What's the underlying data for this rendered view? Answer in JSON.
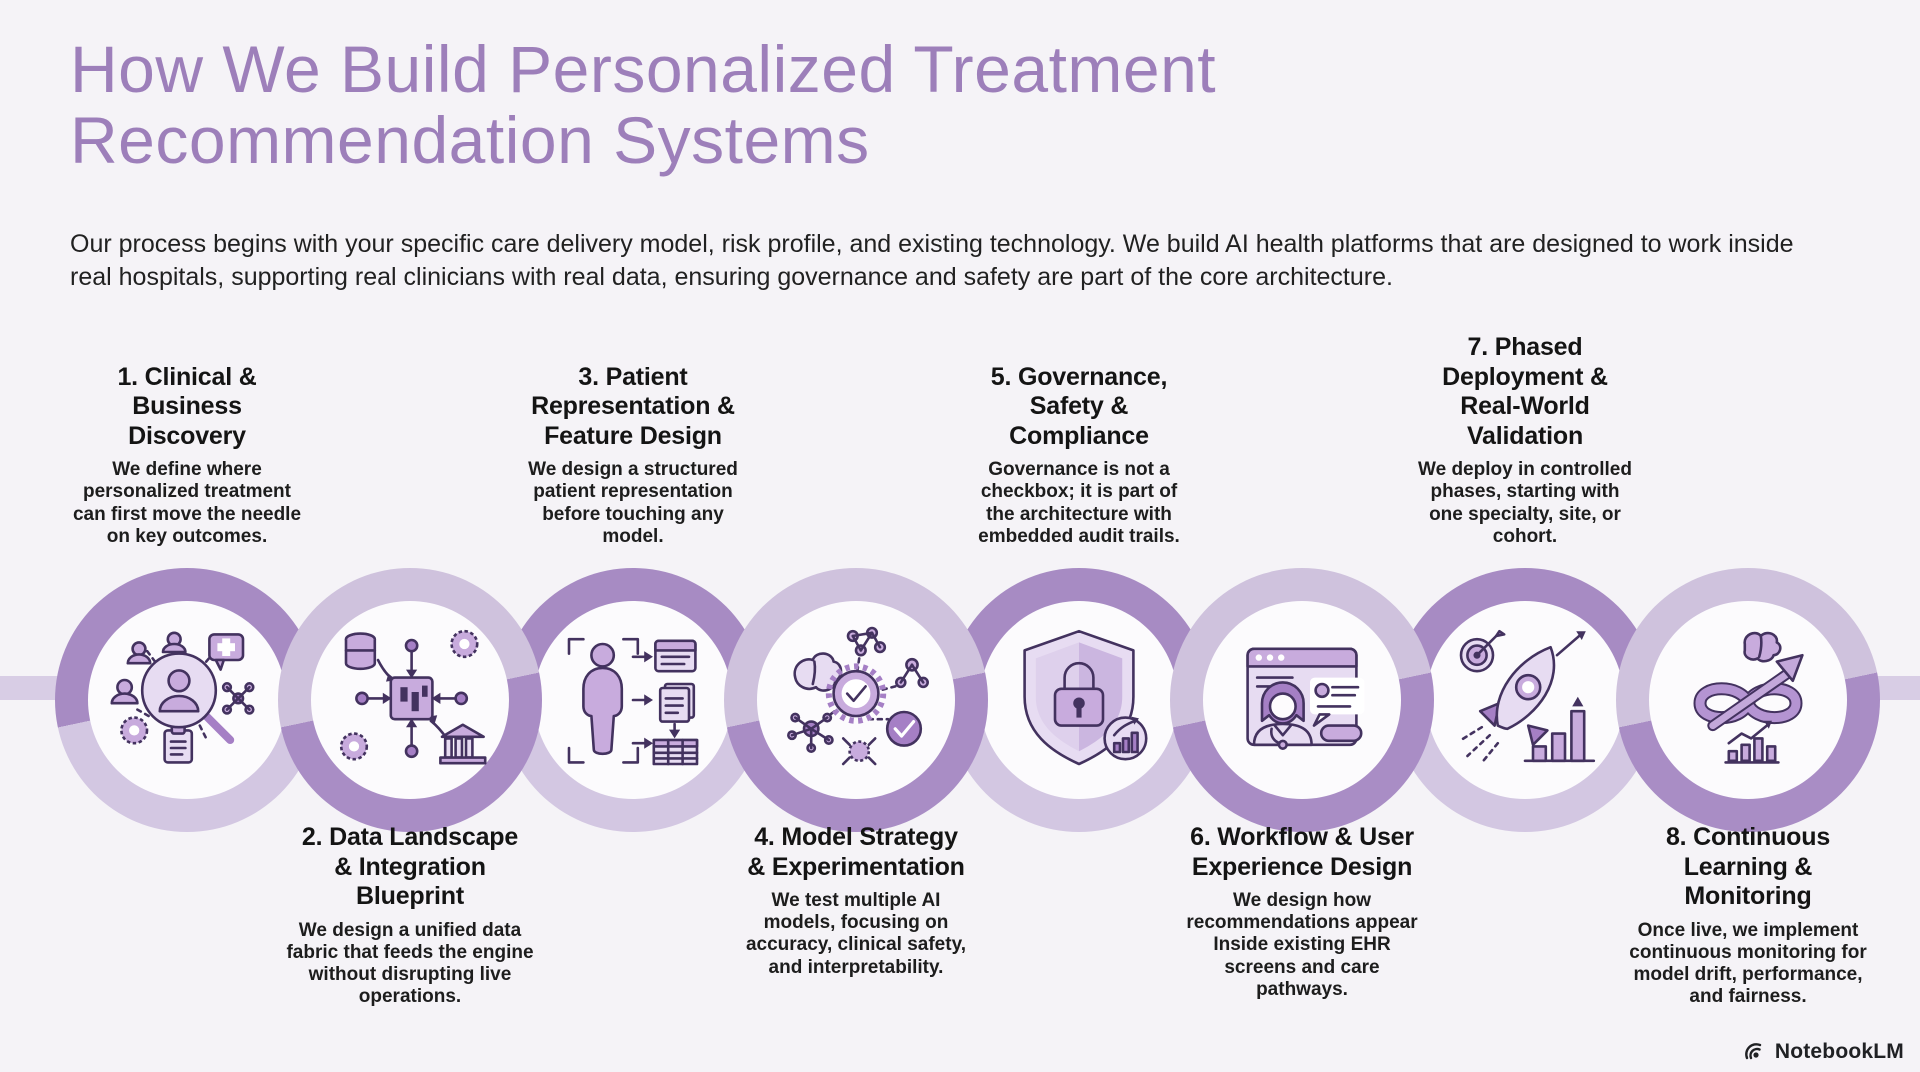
{
  "page": {
    "title": "How We Build Personalized Treatment\nRecommendation Systems",
    "intro": "Our process begins with your specific care delivery model, risk profile, and existing technology. We build AI health platforms that are designed to work inside real hospitals, supporting real clinicians with real data, ensuring governance and safety are part of the core architecture."
  },
  "colors": {
    "background": "#f5f3f7",
    "title_purple": "#9d7fba",
    "ring_dark": "#a78bc3",
    "ring_light": "#d3c7e2",
    "text_dark": "#1c1c1c"
  },
  "steps": [
    {
      "title": "1. Clinical &\nBusiness\nDiscovery",
      "description": "We define where\npersonalized treatment\ncan first move the needle\non key outcomes.",
      "icon": "magnifier-people-discovery-icon",
      "text_position": "top"
    },
    {
      "title": "2. Data Landscape\n& Integration\nBlueprint",
      "description": "We design a unified data\nfabric that feeds the engine\nwithout disrupting live\noperations.",
      "icon": "data-integration-hub-icon",
      "text_position": "bottom"
    },
    {
      "title": "3. Patient\nRepresentation &\nFeature Design",
      "description": "We design a structured\npatient representation\nbefore touching any\nmodel.",
      "icon": "patient-body-to-records-icon",
      "text_position": "top"
    },
    {
      "title": "4. Model Strategy\n& Experimentation",
      "description": "We test multiple AI\nmodels, focusing on\naccuracy, clinical safety,\nand interpretability.",
      "icon": "gear-check-models-icon",
      "text_position": "bottom"
    },
    {
      "title": "5. Governance,\nSafety &\nCompliance",
      "description": "Governance is not a\ncheckbox; it is part of\nthe architecture with\nembedded audit trails.",
      "icon": "shield-lock-icon",
      "text_position": "top"
    },
    {
      "title": "6. Workflow & User\nExperience Design",
      "description": "We design how\nrecommendations appear\nInside existing EHR\nscreens and care\npathways.",
      "icon": "clinician-ehr-screen-icon",
      "text_position": "bottom"
    },
    {
      "title": "7. Phased\nDeployment &\nReal-World\nValidation",
      "description": "We deploy in controlled\nphases, starting with\none specialty, site, or\ncohort.",
      "icon": "rocket-growth-icon",
      "text_position": "top"
    },
    {
      "title": "8. Continuous\nLearning &\nMonitoring",
      "description": "Once live, we implement\ncontinuous monitoring for\nmodel drift, performance,\nand fairness.",
      "icon": "infinity-arrow-monitoring-icon",
      "text_position": "bottom"
    }
  ],
  "footer": {
    "brand": "NotebookLM"
  }
}
